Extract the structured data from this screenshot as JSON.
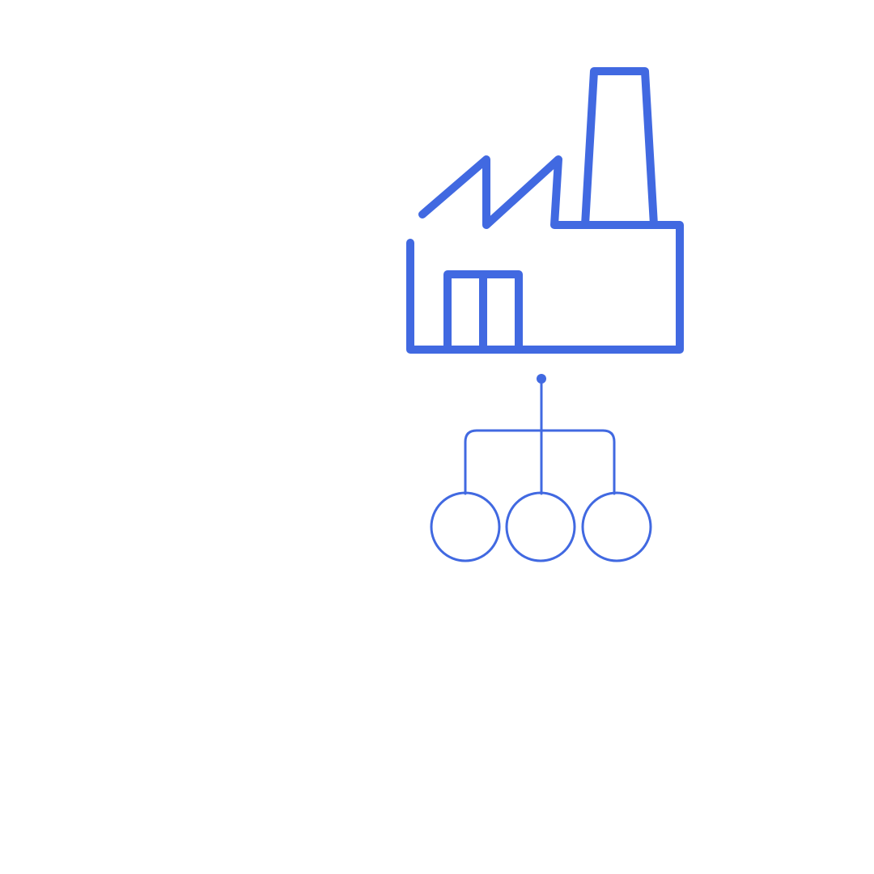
{
  "diagram": {
    "type": "factory-hierarchy-icon",
    "accent_color": "#4169E1",
    "background_color": "#FFFFFF",
    "nodes": {
      "root": {
        "icon": "factory-icon"
      },
      "children": [
        {
          "icon": "circle-node"
        },
        {
          "icon": "circle-node"
        },
        {
          "icon": "circle-node"
        }
      ]
    }
  }
}
